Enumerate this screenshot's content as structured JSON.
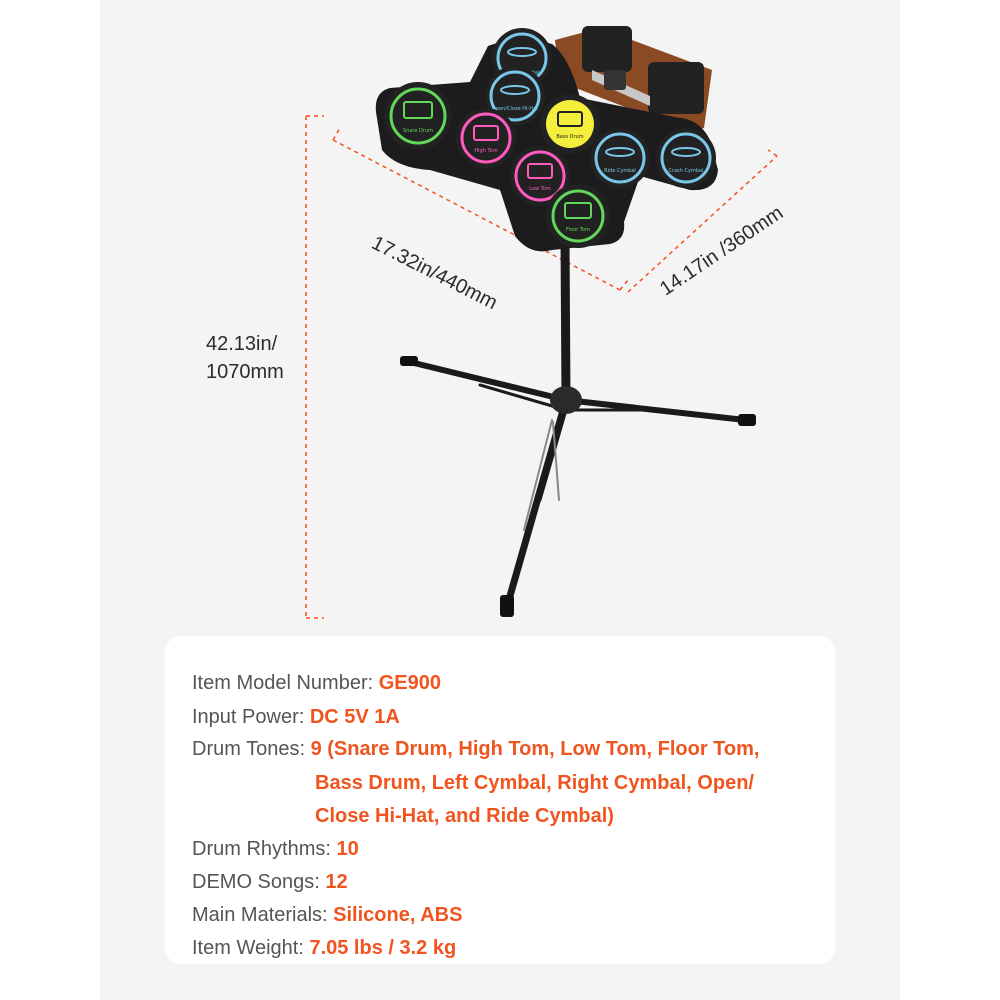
{
  "dimensions": {
    "height_line1": "42.13in/",
    "height_line2": "1070mm",
    "width": "17.32in/440mm",
    "depth": "14.17in /360mm"
  },
  "pads": {
    "crash_top": "Crash Cymbal",
    "hihat": "Open/Close Hi-Hat",
    "snare": "Snare Drum",
    "high_tom": "High Tom",
    "bass": "Bass Drum",
    "ride": "Ride Cymbal",
    "crash_right": "Crash Cymbal",
    "low_tom": "Low Tom",
    "floor_tom": "Floor Tom"
  },
  "specs": {
    "model_label": "Item Model Number: ",
    "model_value": "GE900",
    "power_label": "Input Power: ",
    "power_value": "DC 5V 1A",
    "tones_label": "Drum Tones: ",
    "tones_value_1": "9 (Snare Drum, High Tom, Low Tom, Floor Tom,",
    "tones_value_2": "Bass Drum, Left Cymbal, Right Cymbal, Open/",
    "tones_value_3": "Close Hi-Hat, and Ride Cymbal)",
    "rhythms_label": "Drum Rhythms: ",
    "rhythms_value": "10",
    "demo_label": "DEMO Songs: ",
    "demo_value": "12",
    "materials_label": "Main Materials: ",
    "materials_value": "Silicone, ABS",
    "weight_label": "Item Weight: ",
    "weight_value": "7.05 lbs / 3.2 kg"
  },
  "colors": {
    "accent": "#f0541f",
    "dimension_line": "#f0541f",
    "pad_blue": "#79c8ec",
    "pad_green": "#62d85a",
    "pad_pink": "#ff5ac0",
    "pad_yellow": "#f4ef3c",
    "panel": "#f4f4f4"
  }
}
